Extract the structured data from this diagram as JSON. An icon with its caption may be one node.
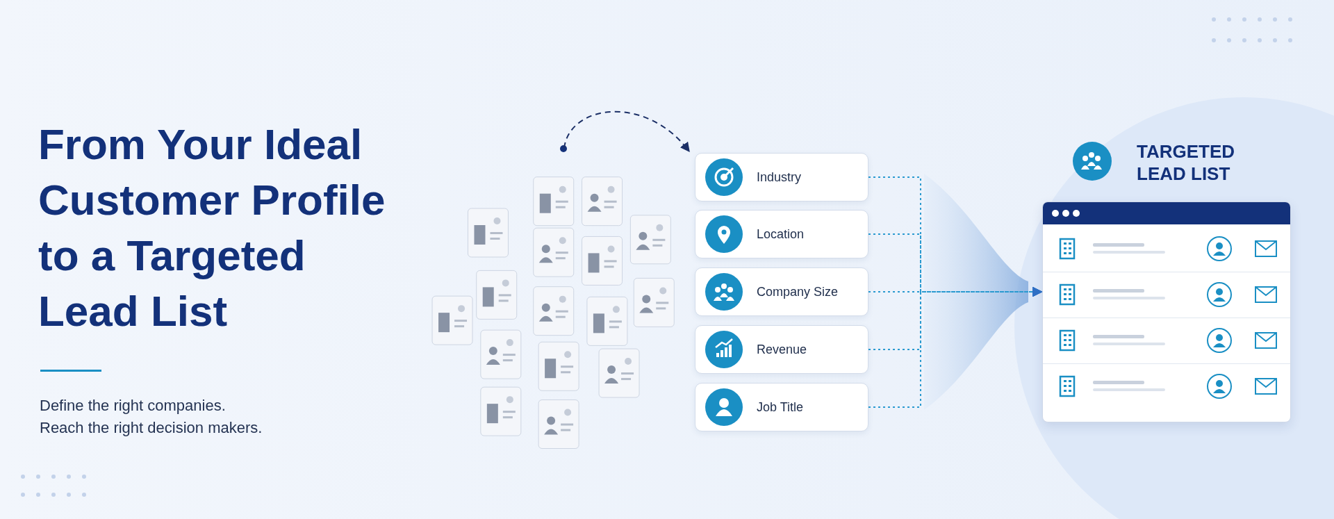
{
  "diagram": {
    "title": "From Your Ideal Customer Profile to a Targeted Lead List",
    "nodes": [
      {
        "text": [
          "Industry"
        ]
      },
      {
        "text": [
          "Location"
        ]
      },
      {
        "text": [
          "Company Size"
        ]
      },
      {
        "text": [
          "Revenue"
        ]
      },
      {
        "text": [
          "Job Title"
        ]
      },
      {
        "text": [
          "TARGETED LEAD LIST"
        ]
      }
    ],
    "edges": [
      {
        "from": null,
        "to": 0,
        "arrow": "to",
        "style": "dashed",
        "color": "#1b2f66"
      },
      {
        "from": 0,
        "to": 5,
        "arrow": "to",
        "style": "dashed"
      },
      {
        "from": 1,
        "to": 5,
        "arrow": "to",
        "style": "dashed"
      },
      {
        "from": 2,
        "to": 5,
        "arrow": "to",
        "style": "dashed"
      },
      {
        "from": 3,
        "to": 5,
        "arrow": "to",
        "style": "dashed"
      },
      {
        "from": 4,
        "to": 5,
        "arrow": "to",
        "style": "dashed"
      }
    ],
    "labels": [
      "Define the right companies. Reach the right decision makers."
    ]
  }
}
